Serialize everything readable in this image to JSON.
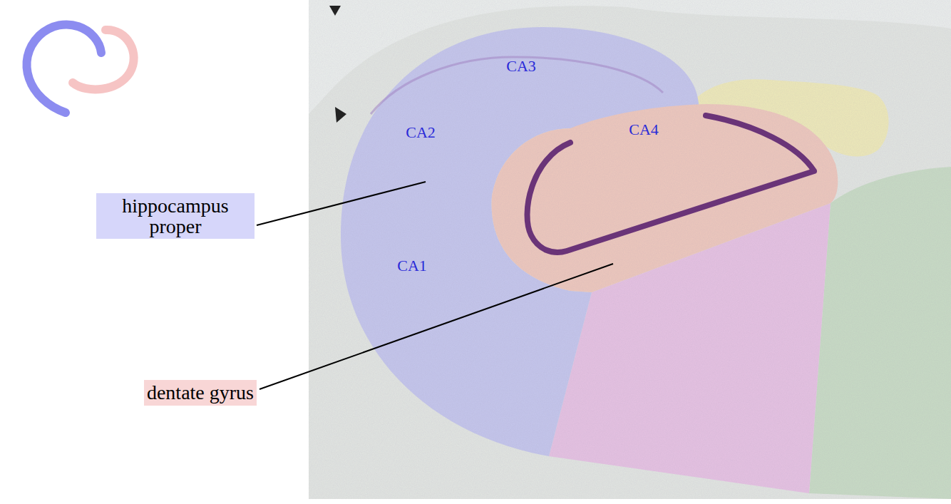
{
  "diagram": {
    "nodes": [
      {
        "text": [
          "hippocampus proper"
        ]
      },
      {
        "text": [
          "dentate gyrus"
        ]
      }
    ],
    "labels": [
      "CA3",
      "CA2",
      "CA4",
      "CA1"
    ]
  }
}
